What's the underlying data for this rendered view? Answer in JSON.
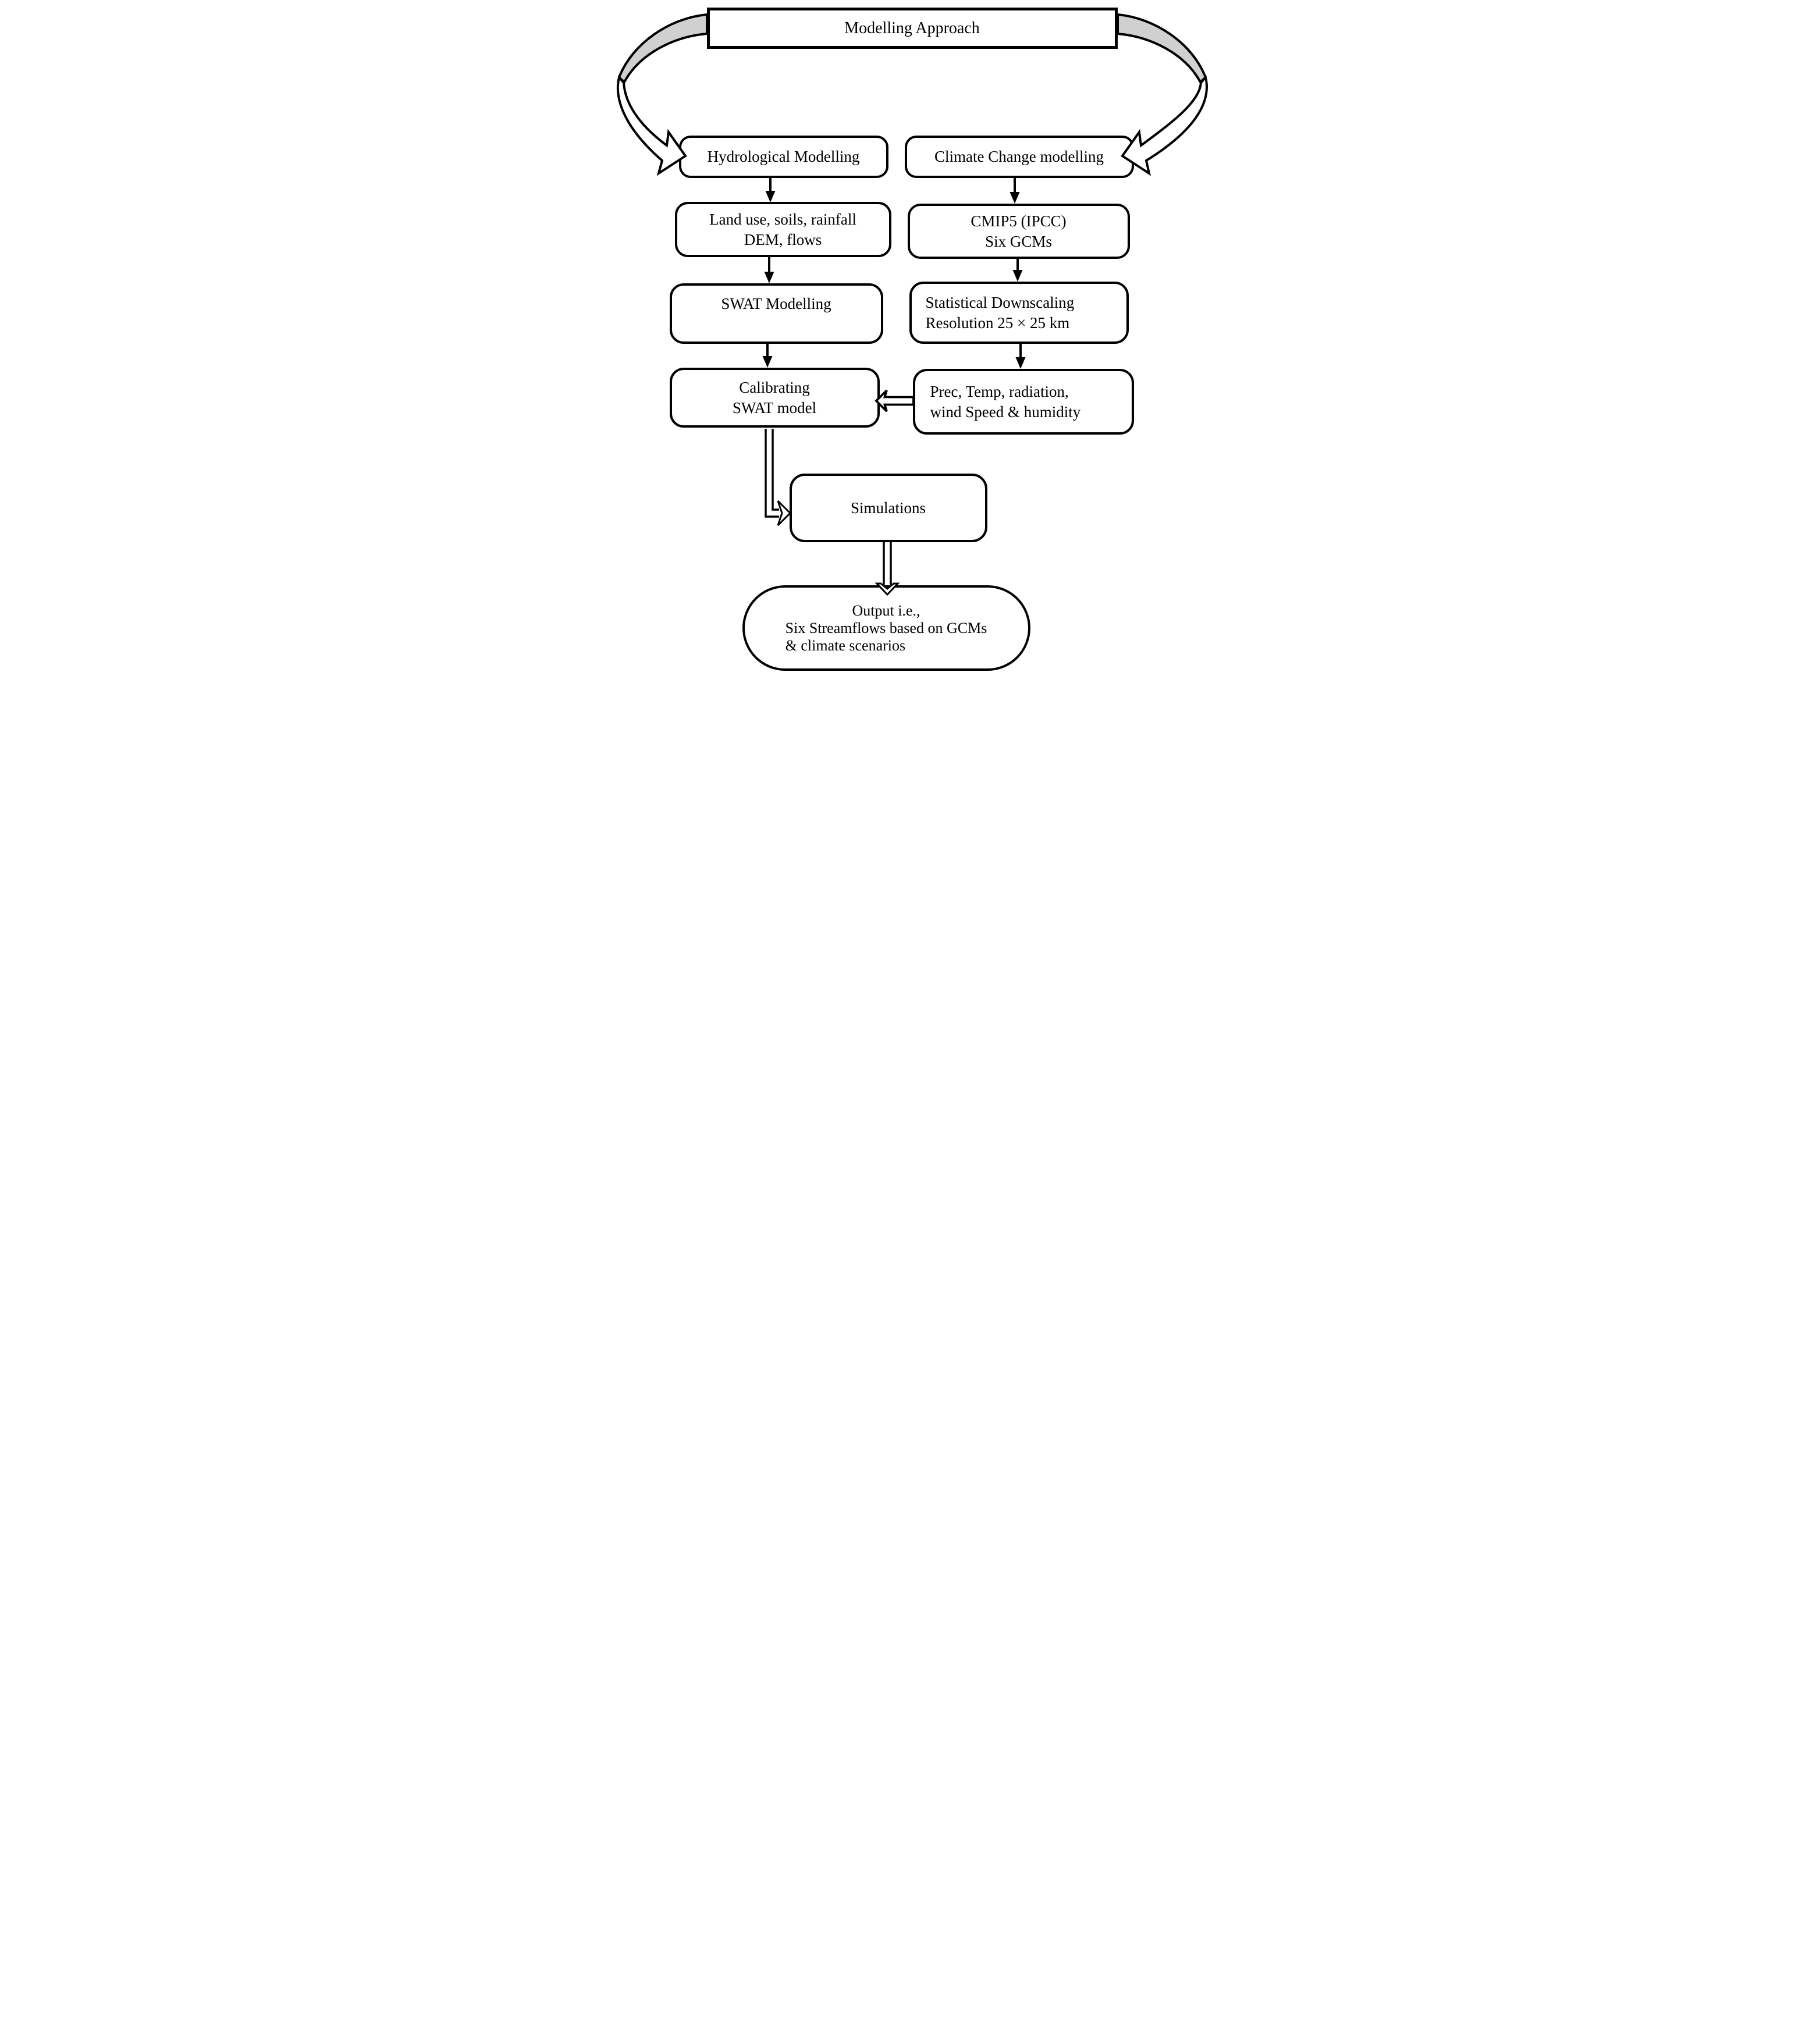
{
  "diagram": {
    "title": "Modelling Approach",
    "nodes": {
      "hydrological": {
        "label": "Hydrological Modelling"
      },
      "climate": {
        "label": "Climate Change modelling"
      },
      "landuse": {
        "line1": "Land use, soils, rainfall",
        "line2": "DEM, flows"
      },
      "cmip5": {
        "line1": "CMIP5 (IPCC)",
        "line2": "Six GCMs"
      },
      "swat": {
        "label": "SWAT Modelling"
      },
      "statistical": {
        "line1": "Statistical Downscaling",
        "line2": "Resolution 25 × 25 km"
      },
      "calibrating": {
        "line1": "Calibrating",
        "line2": "SWAT model"
      },
      "prec": {
        "line1": "Prec, Temp, radiation,",
        "line2": "wind Speed & humidity"
      },
      "simulations": {
        "label": "Simulations"
      },
      "output": {
        "line1": "Output i.e.,",
        "line2": "Six Streamflows based on GCMs",
        "line3": "& climate scenarios"
      }
    },
    "colors": {
      "ribbon_fill": "#d0d0d0",
      "line": "#000000",
      "node_fill": "#ffffff",
      "background": "#ffffff"
    }
  }
}
